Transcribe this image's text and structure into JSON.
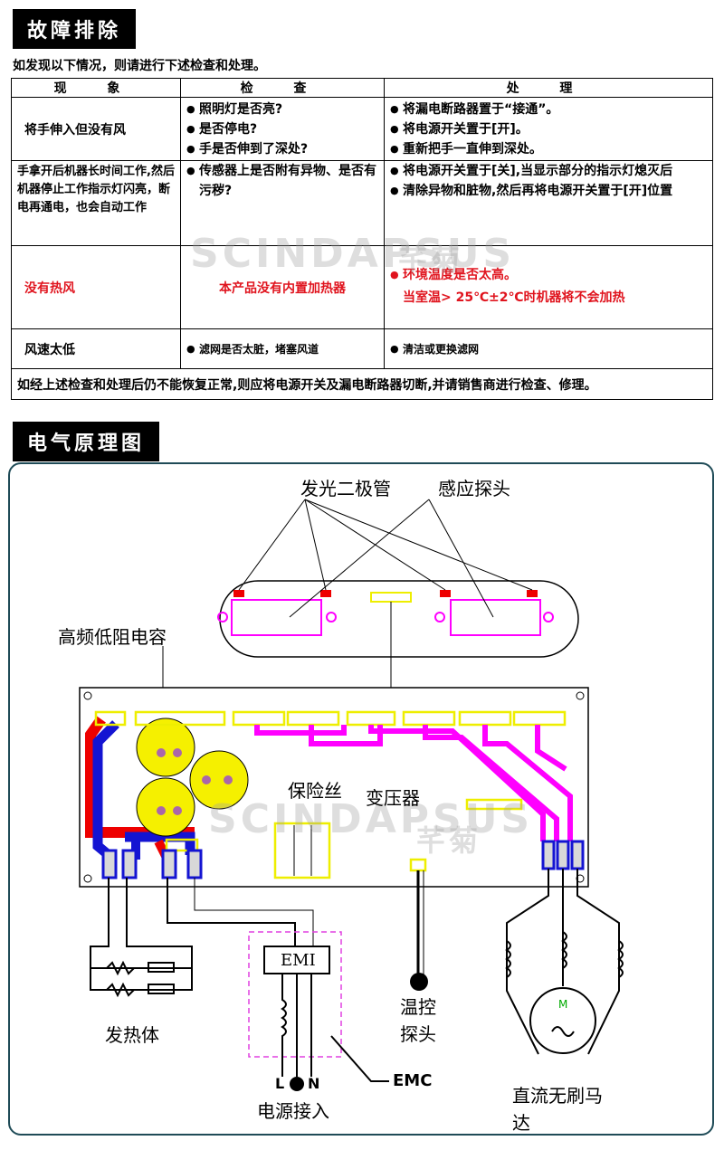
{
  "troubleshooting": {
    "title": "故障排除",
    "intro": "如发现以下情况，则请进行下述检查和处理。",
    "headers": [
      "现  象",
      "检  查",
      "处  理"
    ],
    "rows": [
      {
        "symptom": "将手伸入但没有风",
        "checks": [
          "照明灯是否亮?",
          "是否停电?",
          "手是否伸到了深处?"
        ],
        "actions": [
          "将漏电断路器置于“接通”。",
          "将电源开关置于[开]。",
          "重新把手一直伸到深处。"
        ]
      },
      {
        "symptom": "手拿开后机器长时间工作,然后机器停止工作指示灯闪亮，断电再通电，也会自动工作",
        "checks": [
          "传感器上是否附有异物、是否有污秽?"
        ],
        "actions": [
          "将电源开关置于[关],当显示部分的指示灯熄灭后",
          "清除异物和脏物,然后再将电源开关置于[开]位置"
        ]
      },
      {
        "symptom": "没有热风",
        "check_note": "本产品没有内置加热器",
        "actions": [
          "环境温度是否太高。"
        ],
        "action_note": "当室温> 25℃±2℃时机器将不会加热"
      },
      {
        "symptom": "风速太低",
        "checks": [
          "滤网是否太脏，堵塞风道"
        ],
        "actions": [
          "清洁或更换滤网"
        ]
      }
    ],
    "footer": "如经上述检查和处理后仍不能恢复正常,则应将电源开关及漏电断路器切断,并请销售商进行检查、修理。"
  },
  "diagram": {
    "title": "电气原理图",
    "labels": {
      "led": "发光二极管",
      "sensor": "感应探头",
      "capacitor": "高频低阻电容",
      "fuse": "保险丝",
      "transformer": "变压器",
      "heater": "发热体",
      "temp_probe": "温控探头",
      "emi": "EMI",
      "emc": "EMC",
      "power_in": "电源接入",
      "motor": "直流无刷马达",
      "motor_symbol": "M",
      "terminal_l": "L",
      "terminal_n": "N"
    }
  },
  "watermark": {
    "brand": "SCINDAPSUS",
    "brand_cn": "芊菊"
  },
  "colors": {
    "accent_red": "#e0141e",
    "trace_magenta": "#ff00ff",
    "trace_blue": "#1414d2",
    "cap_yellow": "#f5f000"
  }
}
